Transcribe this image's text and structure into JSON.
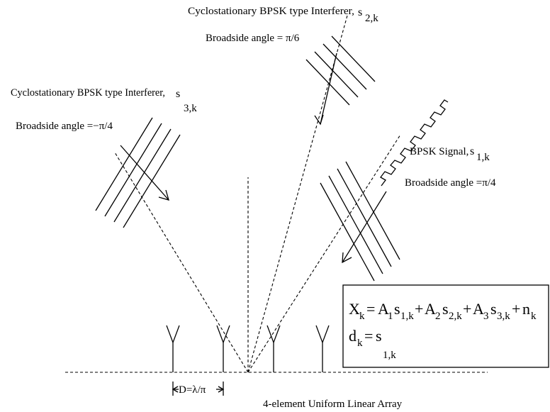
{
  "interferer2": {
    "label": "Cyclostationary BPSK type Interferer,",
    "sym": "s",
    "sub": "2,k",
    "angle_label": "Broadside angle = π/6"
  },
  "interferer3": {
    "label": "Cyclostationary BPSK type Interferer,",
    "sym": "s",
    "sub": "3,k",
    "angle_label": "Broadside angle =−π/4"
  },
  "signal": {
    "label": "BPSK Signal,",
    "sym": "s",
    "sub": "1,k",
    "angle_label": "Broadside angle =π/4"
  },
  "equation": {
    "X": "X",
    "X_sub": "k",
    "eq1": "=",
    "A1": "A",
    "A1_sub": "1",
    "s1": "s",
    "s1_sub": "1,k",
    "plus1": "+",
    "A2": "A",
    "A2_sub": "2",
    "s2": "s",
    "s2_sub": "2,k",
    "plus2": "+",
    "A3": "A",
    "A3_sub": "3",
    "s3": "s",
    "s3_sub": "3,k",
    "plus3": "+",
    "n": "n",
    "n_sub": "k",
    "d": "d",
    "d_sub": "k",
    "eq2": "=",
    "ds": "s",
    "ds_sub": "1,k"
  },
  "spacing_label": "D=λ/π",
  "array_label": "4-element Uniform Linear Array",
  "antenna_count": 4
}
